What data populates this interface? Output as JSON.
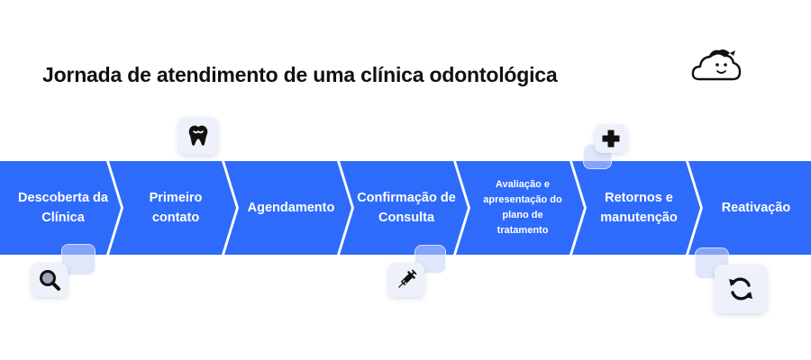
{
  "title": "Jornada de atendimento de uma clínica odontológica",
  "colors": {
    "arrow": "#2f6bfa",
    "text": "#ffffff",
    "tile": "#eef1fa"
  },
  "steps": [
    {
      "label": "Descoberta da Clínica"
    },
    {
      "label": "Primeiro contato"
    },
    {
      "label": "Agendamento"
    },
    {
      "label": "Confirmação de Consulta"
    },
    {
      "label": "Avaliação e apresentação do plano de tratamento"
    },
    {
      "label": "Retornos e manutenção"
    },
    {
      "label": "Reativação"
    }
  ],
  "icons": [
    "tooth-icon",
    "plus-icon",
    "search-icon",
    "syringe-icon",
    "refresh-icon",
    "cloud-face-logo"
  ]
}
